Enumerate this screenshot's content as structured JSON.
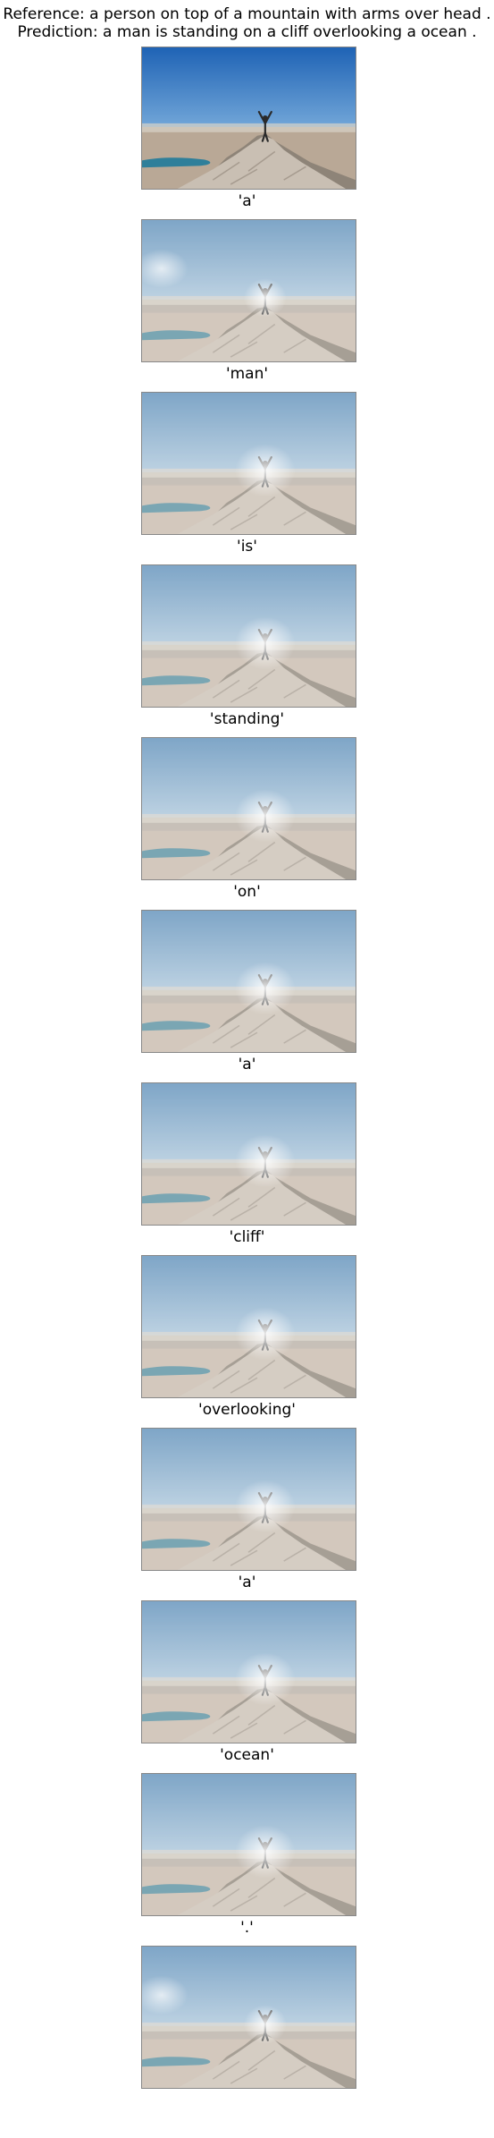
{
  "header": {
    "reference": "Reference: a person on top of a mountain with arms over head .",
    "prediction": "Prediction: a man is standing on a cliff overlooking a ocean ."
  },
  "panels": [
    {
      "label": "",
      "attention": null
    },
    {
      "label": "'a'",
      "attention": "sky-left"
    },
    {
      "label": "'man'",
      "attention": "person"
    },
    {
      "label": "'is'",
      "attention": "person"
    },
    {
      "label": "'standing'",
      "attention": "person"
    },
    {
      "label": "'on'",
      "attention": "person"
    },
    {
      "label": "'a'",
      "attention": "person"
    },
    {
      "label": "'cliff'",
      "attention": "person"
    },
    {
      "label": "'overlooking'",
      "attention": "person"
    },
    {
      "label": "'a'",
      "attention": "person"
    },
    {
      "label": "'ocean'",
      "attention": "person"
    },
    {
      "label": "'.'",
      "attention": "sky-left"
    }
  ],
  "colors": {
    "sky_top": "#1f63b5",
    "sky_bottom": "#7fb1de",
    "washed_sky_top": "#5b8db8",
    "washed_sky_bottom": "#b8cfe0",
    "plain": "#b9a896",
    "lake": "#2f7f9a",
    "rock": "#c9bfb3",
    "rock_shadow": "#8e8478"
  }
}
